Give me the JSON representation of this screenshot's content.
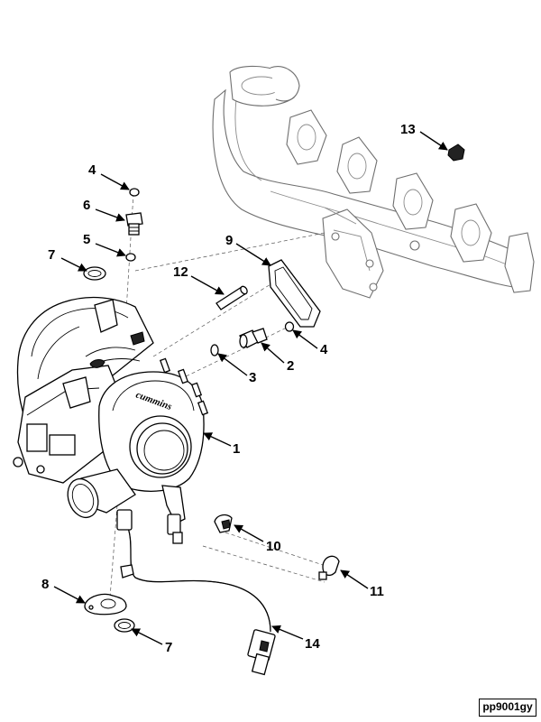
{
  "reference_code": "pp9001gy",
  "callouts": [
    {
      "id": "c1",
      "label": "1"
    },
    {
      "id": "c2",
      "label": "2"
    },
    {
      "id": "c3",
      "label": "3"
    },
    {
      "id": "c4a",
      "label": "4"
    },
    {
      "id": "c4b",
      "label": "4"
    },
    {
      "id": "c5",
      "label": "5"
    },
    {
      "id": "c6",
      "label": "6"
    },
    {
      "id": "c7a",
      "label": "7"
    },
    {
      "id": "c7b",
      "label": "7"
    },
    {
      "id": "c8",
      "label": "8"
    },
    {
      "id": "c9",
      "label": "9"
    },
    {
      "id": "c10",
      "label": "10"
    },
    {
      "id": "c11",
      "label": "11"
    },
    {
      "id": "c12",
      "label": "12"
    },
    {
      "id": "c13",
      "label": "13"
    },
    {
      "id": "c14",
      "label": "14"
    }
  ],
  "logo_text": "cummins",
  "colors": {
    "line": "#000000",
    "ghost": "#6f6f6f",
    "background": "#ffffff"
  }
}
